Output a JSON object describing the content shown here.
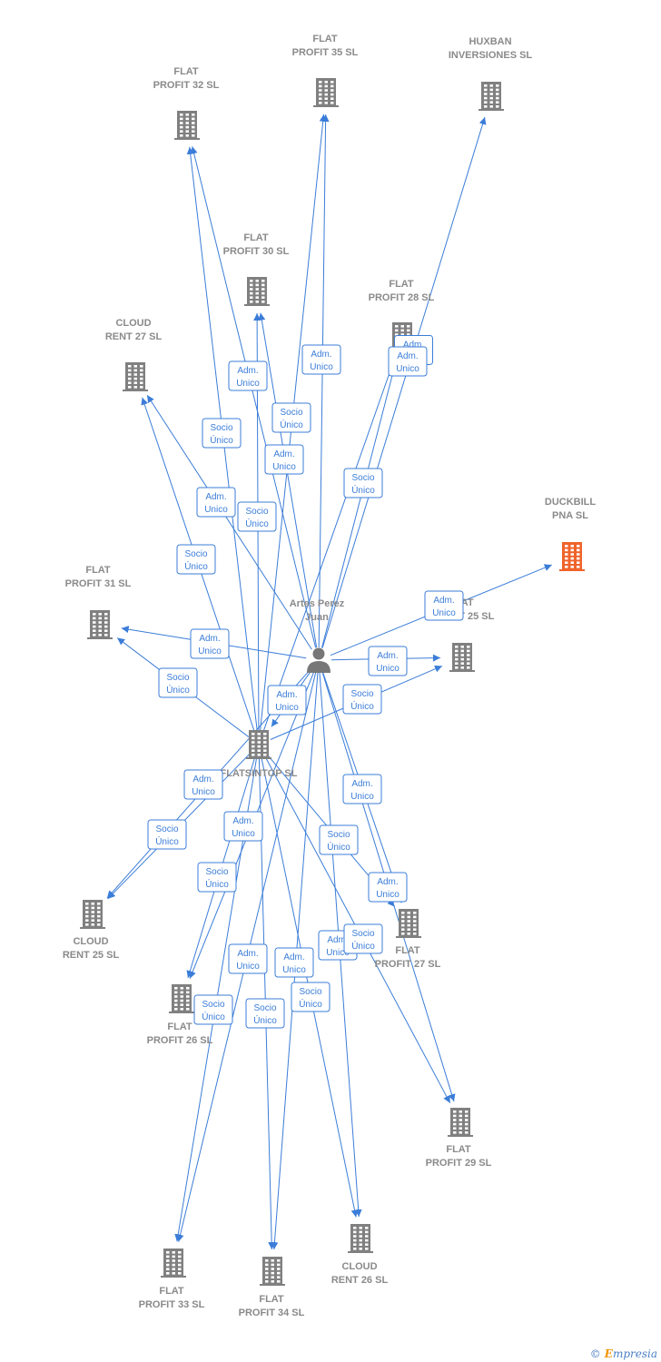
{
  "colors": {
    "edge": "#3b7dd8",
    "company": "#808080",
    "highlight": "#f0632b",
    "person": "#777777"
  },
  "nodes": [
    {
      "id": "p",
      "kind": "person",
      "lines": [
        "Artes Perez",
        "Juan"
      ]
    },
    {
      "id": "hub",
      "kind": "company",
      "lines": [
        "FLATSINTOP SL"
      ]
    },
    {
      "id": "fp35",
      "kind": "company",
      "lines": [
        "FLAT",
        "PROFIT 35 SL"
      ]
    },
    {
      "id": "hux",
      "kind": "company",
      "lines": [
        "HUXBAN",
        "INVERSIONES SL"
      ]
    },
    {
      "id": "fp32",
      "kind": "company",
      "lines": [
        "FLAT",
        "PROFIT 32 SL"
      ]
    },
    {
      "id": "fp30",
      "kind": "company",
      "lines": [
        "FLAT",
        "PROFIT 30 SL"
      ]
    },
    {
      "id": "fp28",
      "kind": "company",
      "lines": [
        "FLAT",
        "PROFIT 28 SL"
      ]
    },
    {
      "id": "cr27",
      "kind": "company",
      "lines": [
        "CLOUD",
        "RENT 27 SL"
      ]
    },
    {
      "id": "duck",
      "kind": "highlight",
      "lines": [
        "DUCKBILL",
        "PNA  SL"
      ]
    },
    {
      "id": "fp31",
      "kind": "company",
      "lines": [
        "FLAT",
        "PROFIT 31 SL"
      ]
    },
    {
      "id": "fp25",
      "kind": "company",
      "lines": [
        "FLAT",
        "PROFIT 25 SL"
      ]
    },
    {
      "id": "cr25",
      "kind": "company",
      "lines": [
        "CLOUD",
        "RENT 25 SL"
      ]
    },
    {
      "id": "fp27",
      "kind": "company",
      "lines": [
        "FLAT",
        "PROFIT 27 SL"
      ]
    },
    {
      "id": "fp26",
      "kind": "company",
      "lines": [
        "FLAT",
        "PROFIT 26 SL"
      ]
    },
    {
      "id": "fp29",
      "kind": "company",
      "lines": [
        "FLAT",
        "PROFIT 29 SL"
      ]
    },
    {
      "id": "cr26",
      "kind": "company",
      "lines": [
        "CLOUD",
        "RENT 26 SL"
      ]
    },
    {
      "id": "fp33",
      "kind": "company",
      "lines": [
        "FLAT",
        "PROFIT 33 SL"
      ]
    },
    {
      "id": "fp34",
      "kind": "company",
      "lines": [
        "FLAT",
        "PROFIT 34 SL"
      ]
    }
  ],
  "edges": [
    {
      "from": "p",
      "to": "fp35",
      "label": [
        "Adm.",
        "Unico"
      ]
    },
    {
      "from": "p",
      "to": "hux",
      "label": [
        "Adm.",
        "Unico"
      ]
    },
    {
      "from": "p",
      "to": "fp32",
      "label": [
        "Adm.",
        "Unico"
      ]
    },
    {
      "from": "p",
      "to": "fp30",
      "label": [
        "Adm.",
        "Unico"
      ]
    },
    {
      "from": "p",
      "to": "fp28",
      "label": [
        "Adm.",
        "Unico"
      ]
    },
    {
      "from": "p",
      "to": "cr27",
      "label": [
        "Adm.",
        "Unico"
      ]
    },
    {
      "from": "p",
      "to": "duck",
      "label": [
        "Adm.",
        "Unico"
      ]
    },
    {
      "from": "p",
      "to": "fp31",
      "label": [
        "Adm.",
        "Unico"
      ]
    },
    {
      "from": "p",
      "to": "fp25",
      "label": [
        "Adm.",
        "Unico"
      ]
    },
    {
      "from": "p",
      "to": "hub",
      "label": [
        "Adm.",
        "Unico"
      ]
    },
    {
      "from": "p",
      "to": "cr25",
      "label": [
        "Adm.",
        "Unico"
      ]
    },
    {
      "from": "p",
      "to": "fp27",
      "label": [
        "Adm.",
        "Unico"
      ]
    },
    {
      "from": "p",
      "to": "fp26",
      "label": [
        "Adm.",
        "Unico"
      ]
    },
    {
      "from": "p",
      "to": "fp29",
      "label": [
        "Adm.",
        "Unico"
      ]
    },
    {
      "from": "p",
      "to": "cr26",
      "label": [
        "Adm.",
        "Unico"
      ]
    },
    {
      "from": "p",
      "to": "fp33",
      "label": [
        "Adm.",
        "Unico"
      ]
    },
    {
      "from": "p",
      "to": "fp34",
      "label": [
        "Adm.",
        "Unico"
      ]
    },
    {
      "from": "hub",
      "to": "fp35",
      "label": [
        "Socio",
        "Único"
      ]
    },
    {
      "from": "hub",
      "to": "fp32",
      "label": [
        "Socio",
        "Único"
      ]
    },
    {
      "from": "hub",
      "to": "fp30",
      "label": [
        "Socio",
        "Único"
      ]
    },
    {
      "from": "hub",
      "to": "fp28",
      "label": [
        "Socio",
        "Único"
      ]
    },
    {
      "from": "hub",
      "to": "cr27",
      "label": [
        "Socio",
        "Único"
      ]
    },
    {
      "from": "hub",
      "to": "fp31",
      "label": [
        "Socio",
        "Único"
      ]
    },
    {
      "from": "hub",
      "to": "fp25",
      "label": [
        "Socio",
        "Único"
      ]
    },
    {
      "from": "hub",
      "to": "cr25",
      "label": [
        "Socio",
        "Único"
      ]
    },
    {
      "from": "hub",
      "to": "fp27",
      "label": [
        "Socio",
        "Único"
      ]
    },
    {
      "from": "hub",
      "to": "fp26",
      "label": [
        "Socio",
        "Único"
      ]
    },
    {
      "from": "hub",
      "to": "fp29",
      "label": [
        "Socio",
        "Único"
      ]
    },
    {
      "from": "hub",
      "to": "cr26",
      "label": [
        "Socio",
        "Único"
      ]
    },
    {
      "from": "hub",
      "to": "fp33",
      "label": [
        "Socio",
        "Único"
      ]
    },
    {
      "from": "hub",
      "to": "fp34",
      "label": [
        "Socio",
        "Único"
      ]
    }
  ],
  "credit": {
    "symbol": "©",
    "brand_initial": "E",
    "brand_rest": "mpresia"
  }
}
